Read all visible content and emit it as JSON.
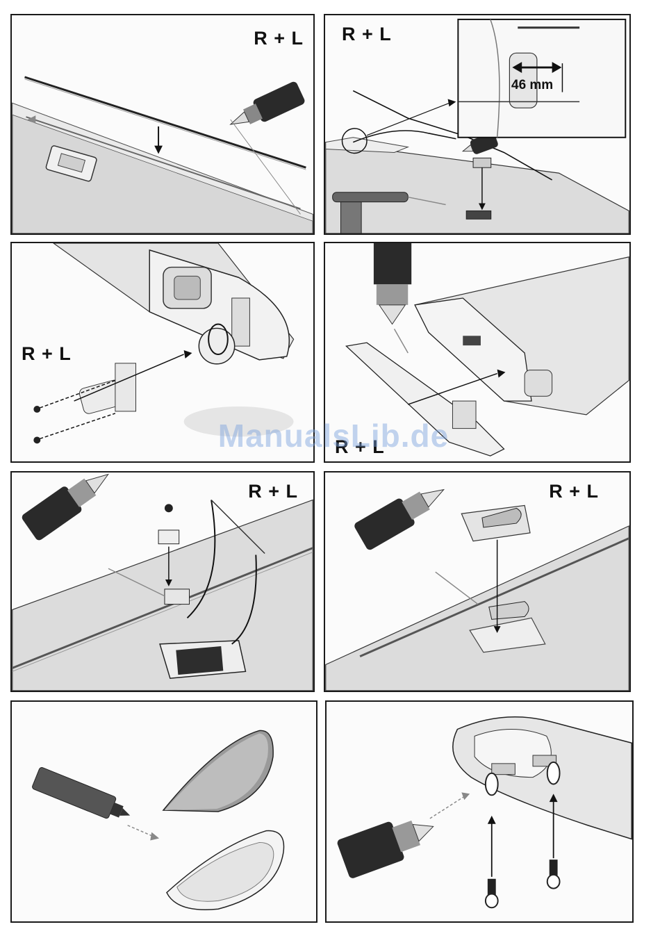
{
  "panels": {
    "p1": {
      "label": "R + L"
    },
    "p2": {
      "label": "R + L",
      "dimension": "46 mm"
    },
    "p3": {
      "label": "R + L"
    },
    "p4": {
      "label": "R + L"
    },
    "p5": {
      "label": "R + L"
    },
    "p6": {
      "label": "R + L"
    }
  },
  "watermark": "ManualsLib.de",
  "colors": {
    "border": "#1a1a1a",
    "wing": "#d9d9d9",
    "shade": "#bdbdbd",
    "ink": "#111111"
  }
}
